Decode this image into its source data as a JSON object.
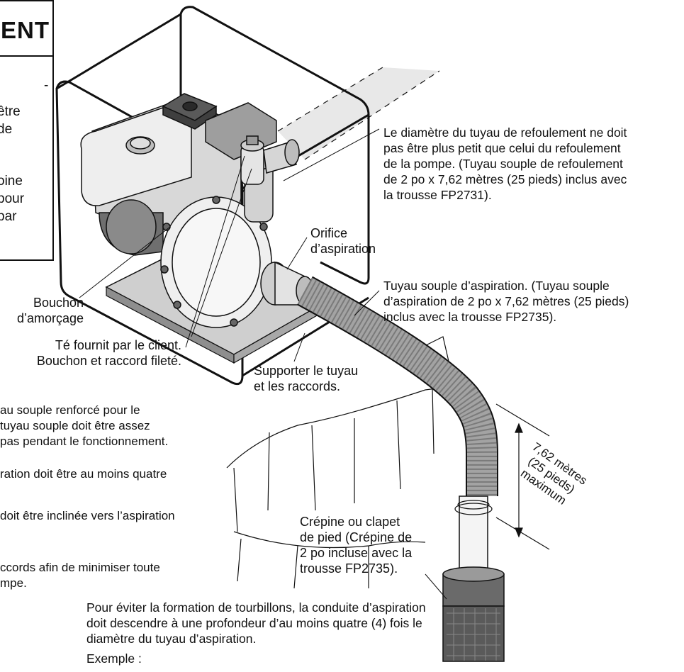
{
  "warning_box": {
    "title": "ENT",
    "fragments": [
      "-",
      "être",
      "de",
      "oine",
      "pour",
      "par"
    ]
  },
  "callouts": {
    "discharge": "Le diamètre du tuyau de refoulement ne doit\npas être plus petit que celui du refoulement\nde la pompe. (Tuyau souple de refoulement\nde 2 po x 7,62 mètres (25 pieds) inclus avec\nla trousse FP2731).",
    "suction_port": "Orifice\nd’aspiration",
    "suction_hose": "Tuyau souple d’aspiration. (Tuyau souple\nd’aspiration de 2 po x 7,62 mètres (25 pieds)\ninclus avec la trousse FP2735).",
    "priming_plug": "Bouchon\nd’amorçage",
    "tee": "Té fournit par le client.\nBouchon et raccord fileté.",
    "support": "Supporter le tuyau\net les raccords.",
    "strainer": "Crépine ou clapet\nde pied (Crépine de\n2 po incluse avec la\ntrousse FP2735).",
    "dimension": "7,62 mètres\n(25 pieds)\nmaximum"
  },
  "notes": {
    "note1": "au souple renforcé pour le\n tuyau souple doit être assez\npas pendant le fonctionnement.",
    "note2": "ration doit être au moins quatre",
    "note3": "doit être inclinée vers l’aspiration",
    "note4": "ccords afin de minimiser toute\nmpe.",
    "vortex": "Pour éviter la formation de tourbillons, la conduite d’aspiration\ndoit descendre à une profondeur d’au moins quatre (4) fois le\ndiamètre du tuyau d’aspiration.",
    "example": "Exemple :"
  },
  "colors": {
    "ink": "#111111",
    "hose": "#9a9a9a",
    "gray": "#b8b8b8",
    "light": "#e2e2e2"
  }
}
